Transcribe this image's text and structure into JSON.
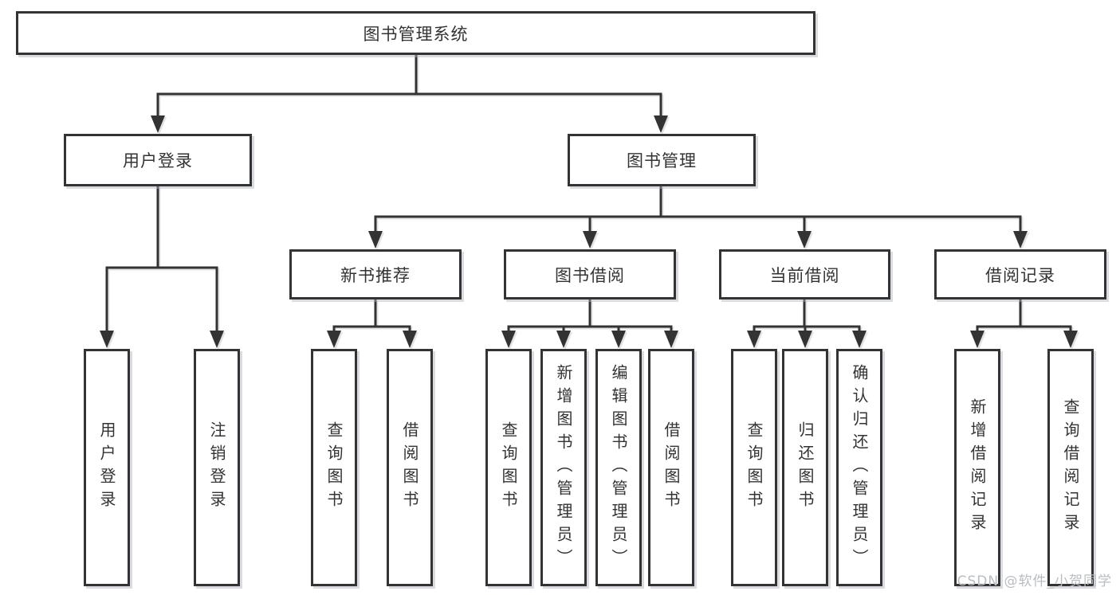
{
  "tree": {
    "label": "图书管理系统",
    "children": [
      {
        "label": "用户登录",
        "children": [
          {
            "label": "用户登录"
          },
          {
            "label": "注销登录"
          }
        ]
      },
      {
        "label": "图书管理",
        "children": [
          {
            "label": "新书推荐",
            "children": [
              {
                "label": "查询图书"
              },
              {
                "label": "借阅图书"
              }
            ]
          },
          {
            "label": "图书借阅",
            "children": [
              {
                "label": "查询图书"
              },
              {
                "label": "新增图书（管理员）"
              },
              {
                "label": "编辑图书（管理员）"
              },
              {
                "label": "借阅图书"
              }
            ]
          },
          {
            "label": "当前借阅",
            "children": [
              {
                "label": "查询图书"
              },
              {
                "label": "归还图书"
              },
              {
                "label": "确认归还（管理员）"
              }
            ]
          },
          {
            "label": "借阅记录",
            "children": [
              {
                "label": "新增借阅记录"
              },
              {
                "label": "查询借阅记录"
              }
            ]
          }
        ]
      }
    ]
  },
  "watermark": {
    "text": "CSDN @软件_小贺同学"
  },
  "colors": {
    "line": "#333333",
    "text": "#333333",
    "box_background": "#ffffff",
    "watermark": "#b9bdc1"
  }
}
